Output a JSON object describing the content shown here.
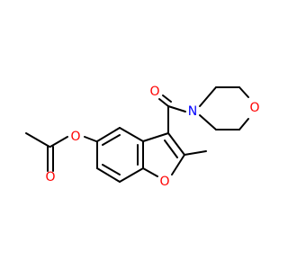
{
  "molecule": {
    "atoms": [
      {
        "id": "o_carbonyl",
        "symbol": "O",
        "color": "#ff0000"
      },
      {
        "id": "n_morpholine",
        "symbol": "N",
        "color": "#0000ff"
      },
      {
        "id": "o_morpholine",
        "symbol": "O",
        "color": "#ff0000"
      },
      {
        "id": "o_ester",
        "symbol": "O",
        "color": "#ff0000"
      },
      {
        "id": "o_acetyl",
        "symbol": "O",
        "color": "#ff0000"
      },
      {
        "id": "o_furan",
        "symbol": "O",
        "color": "#ff0000"
      }
    ],
    "bond_color": "#000000",
    "background": "#ffffff"
  }
}
